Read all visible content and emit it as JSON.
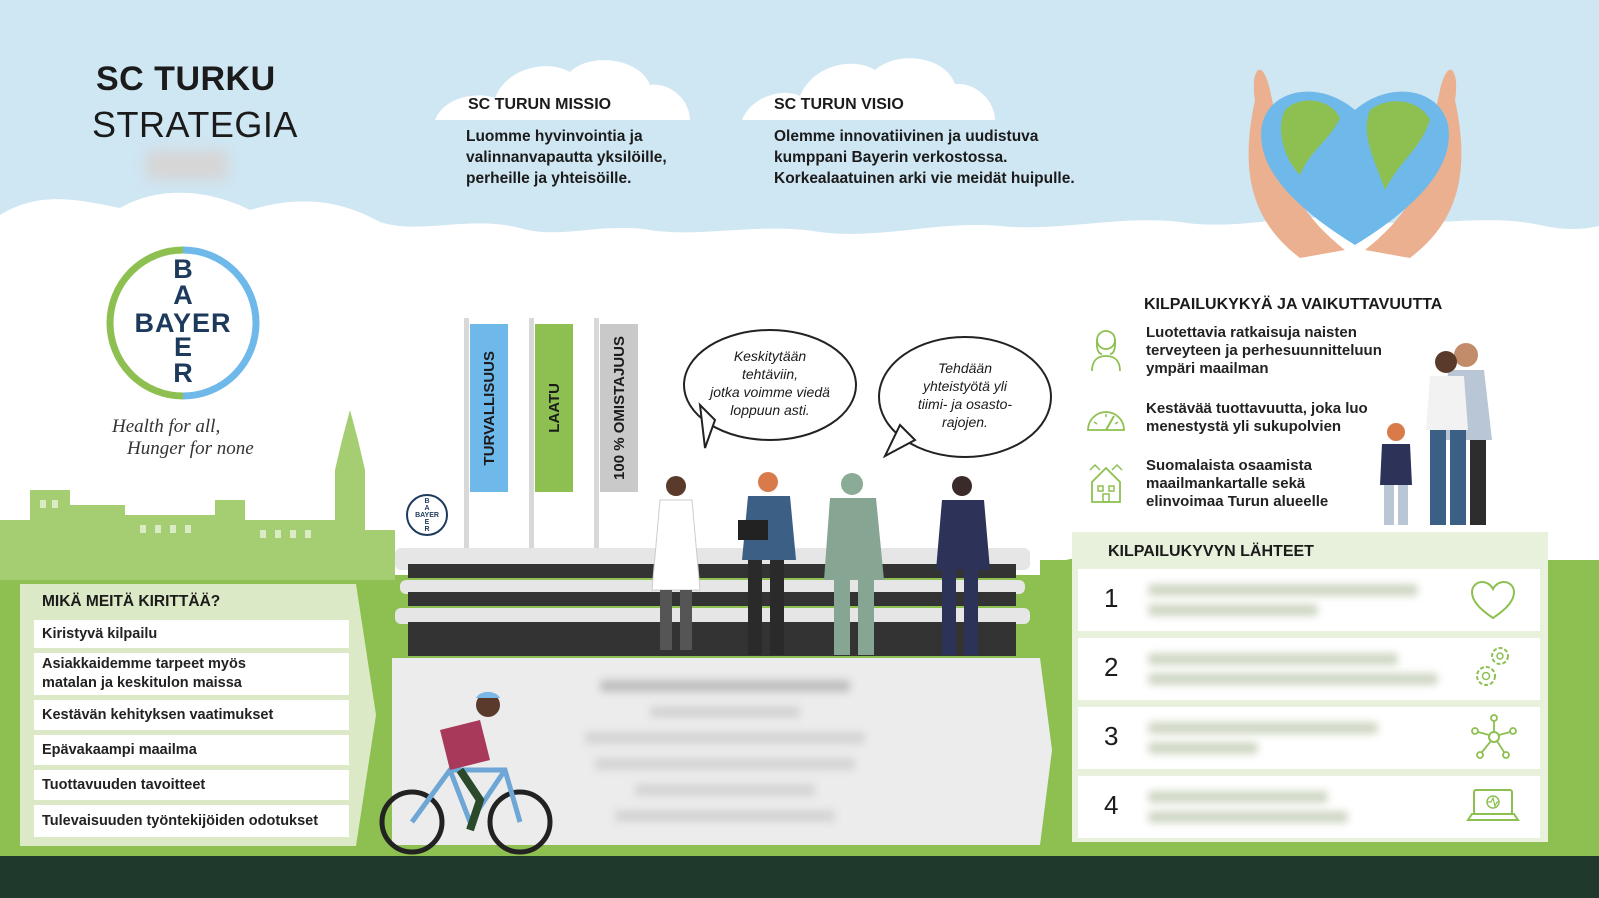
{
  "header": {
    "title_line1": "SC TURKU",
    "title_line2": "STRATEGIA"
  },
  "mission": {
    "heading": "SC TURUN MISSIO",
    "line1": "Luomme hyvinvointia ja",
    "line2": "valinnanvapautta yksilöille,",
    "line3": "perheille ja yhteisöille."
  },
  "vision": {
    "heading": "SC TURUN VISIO",
    "line1": "Olemme innovatiivinen ja uudistuva",
    "line2": "kumppani Bayerin verkostossa.",
    "line3": "Korkealaatuinen arki vie meidät huipulle."
  },
  "logo": {
    "vertical": [
      "B",
      "A",
      "Y",
      "E",
      "R"
    ],
    "horizontal": "BAYER",
    "small_vertical": [
      "B",
      "A",
      "Y",
      "E",
      "R"
    ],
    "small_horizontal": "BAYER"
  },
  "slogan": {
    "line1": "Health for all,",
    "line2": "Hunger for none"
  },
  "flags": [
    {
      "label": "TURVALLISUUS",
      "color": "#6fb8ea"
    },
    {
      "label": "LAATU",
      "color": "#8dc050"
    },
    {
      "label": "100 % OMISTAJUUS",
      "color": "#c9c9c9"
    }
  ],
  "bubbles": {
    "left": [
      "Keskitytään",
      "tehtäviin,",
      "jotka voimme viedä",
      "loppuun asti."
    ],
    "right": [
      "Tehdään",
      "yhteistyötä yli",
      "tiimi- ja osasto-",
      "rajojen."
    ]
  },
  "competitiveness": {
    "heading": "KILPAILUKYKYÄ JA VAIKUTTAVUUTTA",
    "items": [
      {
        "icon": "woman-icon",
        "lines": [
          "Luotettavia ratkaisuja naisten",
          "terveyteen ja perhesuunnitteluun",
          "ympäri maailman"
        ]
      },
      {
        "icon": "gauge-icon",
        "lines": [
          "Kestävää tuottavuutta, joka luo",
          "menestystä yli sukupolvien"
        ]
      },
      {
        "icon": "buildings-icon",
        "lines": [
          "Suomalaista osaamista",
          "maailmankartalle sekä",
          "elinvoimaa Turun alueelle"
        ]
      }
    ]
  },
  "drivers": {
    "heading": "MIKÄ MEITÄ KIRITTÄÄ?",
    "items": [
      [
        "Kiristyvä kilpailu"
      ],
      [
        "Asiakkaidemme tarpeet myös",
        "matalan ja keskitulon maissa"
      ],
      [
        "Kestävän kehityksen vaatimukset"
      ],
      [
        "Epävakaampi maailma"
      ],
      [
        "Tuottavuuden tavoitteet"
      ],
      [
        "Tulevaisuuden työntekijöiden odotukset"
      ]
    ]
  },
  "sources": {
    "heading": "KILPAILUKYVYN LÄHTEET",
    "items": [
      {
        "number": "1",
        "icon": "heart-icon"
      },
      {
        "number": "2",
        "icon": "gears-icon"
      },
      {
        "number": "3",
        "icon": "network-icon"
      },
      {
        "number": "4",
        "icon": "laptop-icon"
      }
    ]
  },
  "colors": {
    "sky": "#cfe6f3",
    "green": "#8dc050",
    "light_green": "#dbe9c7",
    "dark_ground": "#1f3a2c",
    "blue": "#6fb8ea"
  }
}
